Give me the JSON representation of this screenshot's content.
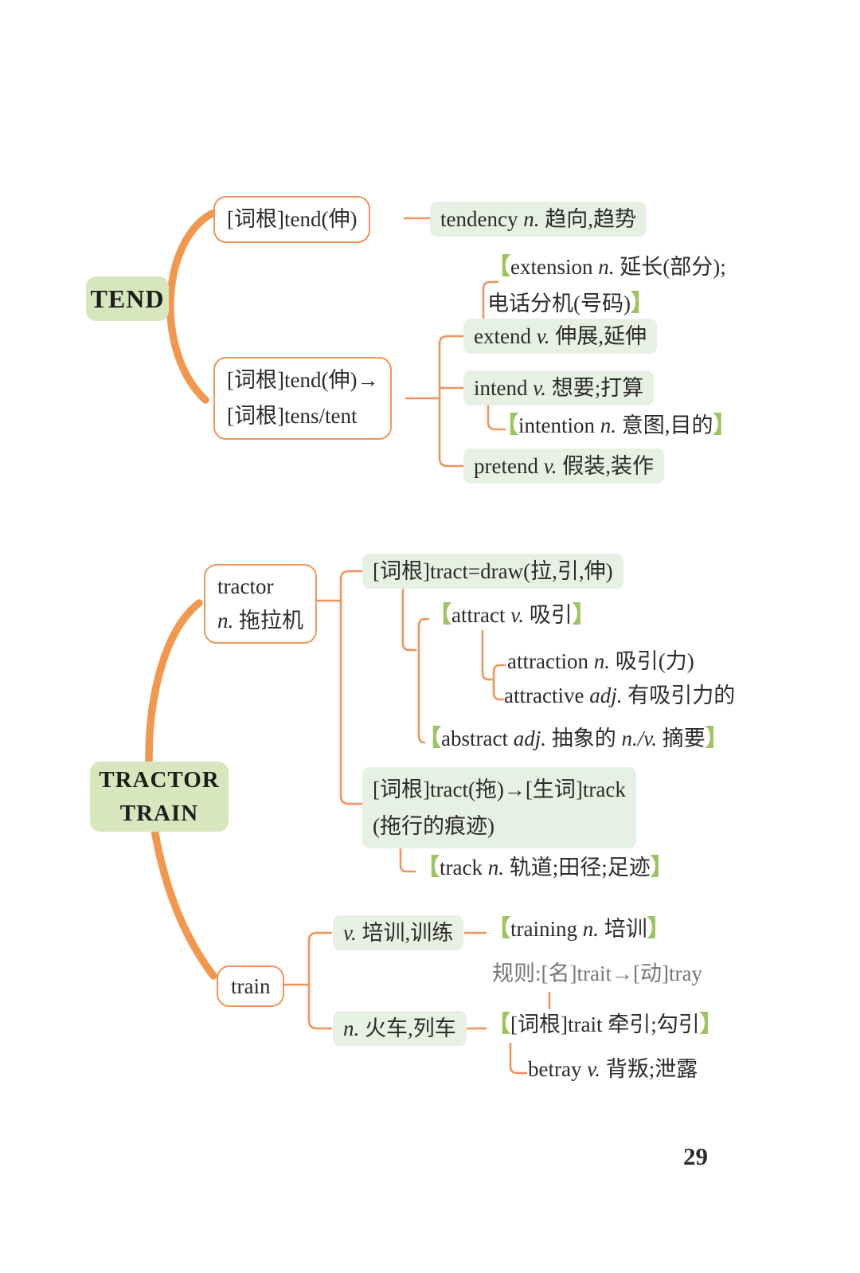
{
  "page_number": "29",
  "brackets": {
    "open": "【",
    "close": "】"
  },
  "colors": {
    "branch_orange": "#f0945a",
    "trunk_orange": "#f2984e",
    "root_node_green": "#d7e6bd",
    "item_green": "#e7f1e3",
    "bracket_green": "#9cc45f",
    "text_dark": "#2e2a2b",
    "note_gray": "#7a7674"
  },
  "tend": {
    "root_label": "TEND",
    "root1_label": "[词根]tend(伸)",
    "root2_line1": "[词根]tend(伸)→",
    "root2_line2": "[词根]tens/tent",
    "tendency": {
      "word": "tendency ",
      "pos": "n.",
      "meaning": " 趋向,趋势"
    },
    "extension": {
      "word": "extension ",
      "pos": "n.",
      "meaning": " 延长(部分);",
      "meaning2": "电话分机(号码)"
    },
    "extend": {
      "word": "extend ",
      "pos": "v.",
      "meaning": " 伸展,延伸"
    },
    "intend": {
      "word": "intend ",
      "pos": "v.",
      "meaning": " 想要;打算"
    },
    "intention": {
      "word": "intention ",
      "pos": "n.",
      "meaning": " 意图,目的"
    },
    "pretend": {
      "word": "pretend ",
      "pos": "v.",
      "meaning": " 假装,装作"
    }
  },
  "tractor_train": {
    "root_line1": "TRACTOR",
    "root_line2": "TRAIN",
    "tractor": {
      "word": "tractor",
      "pos": "n.",
      "meaning": " 拖拉机"
    },
    "root_tract_draw": "[词根]tract=draw(拉,引,伸)",
    "attract": {
      "word": "attract ",
      "pos": "v.",
      "meaning": " 吸引"
    },
    "attraction": {
      "word": "attraction ",
      "pos": "n.",
      "meaning": " 吸引(力)"
    },
    "attractive": {
      "word": "attractive ",
      "pos": "adj.",
      "meaning": " 有吸引力的"
    },
    "abstract": {
      "word": "abstract ",
      "pos": "adj.",
      "mid": " 抽象的 ",
      "pos2": "n./v.",
      "end": " 摘要"
    },
    "root_tract_track_line1": "[词根]tract(拖)→[生词]track",
    "root_tract_track_line2": "(拖行的痕迹)",
    "track": {
      "word": "track ",
      "pos": "n.",
      "meaning": " 轨道;田径;足迹"
    },
    "train_word": "train",
    "train_v": {
      "pos": "v.",
      "meaning": " 培训,训练"
    },
    "training": {
      "word": "training ",
      "pos": "n.",
      "meaning": " 培训"
    },
    "rule_note": "规则:[名]trait→[动]tray",
    "train_n": {
      "pos": "n.",
      "meaning": " 火车,列车"
    },
    "trait_label": "[词根]trait 牵引;勾引",
    "betray": {
      "word": "betray ",
      "pos": "v.",
      "meaning": " 背叛;泄露"
    }
  }
}
